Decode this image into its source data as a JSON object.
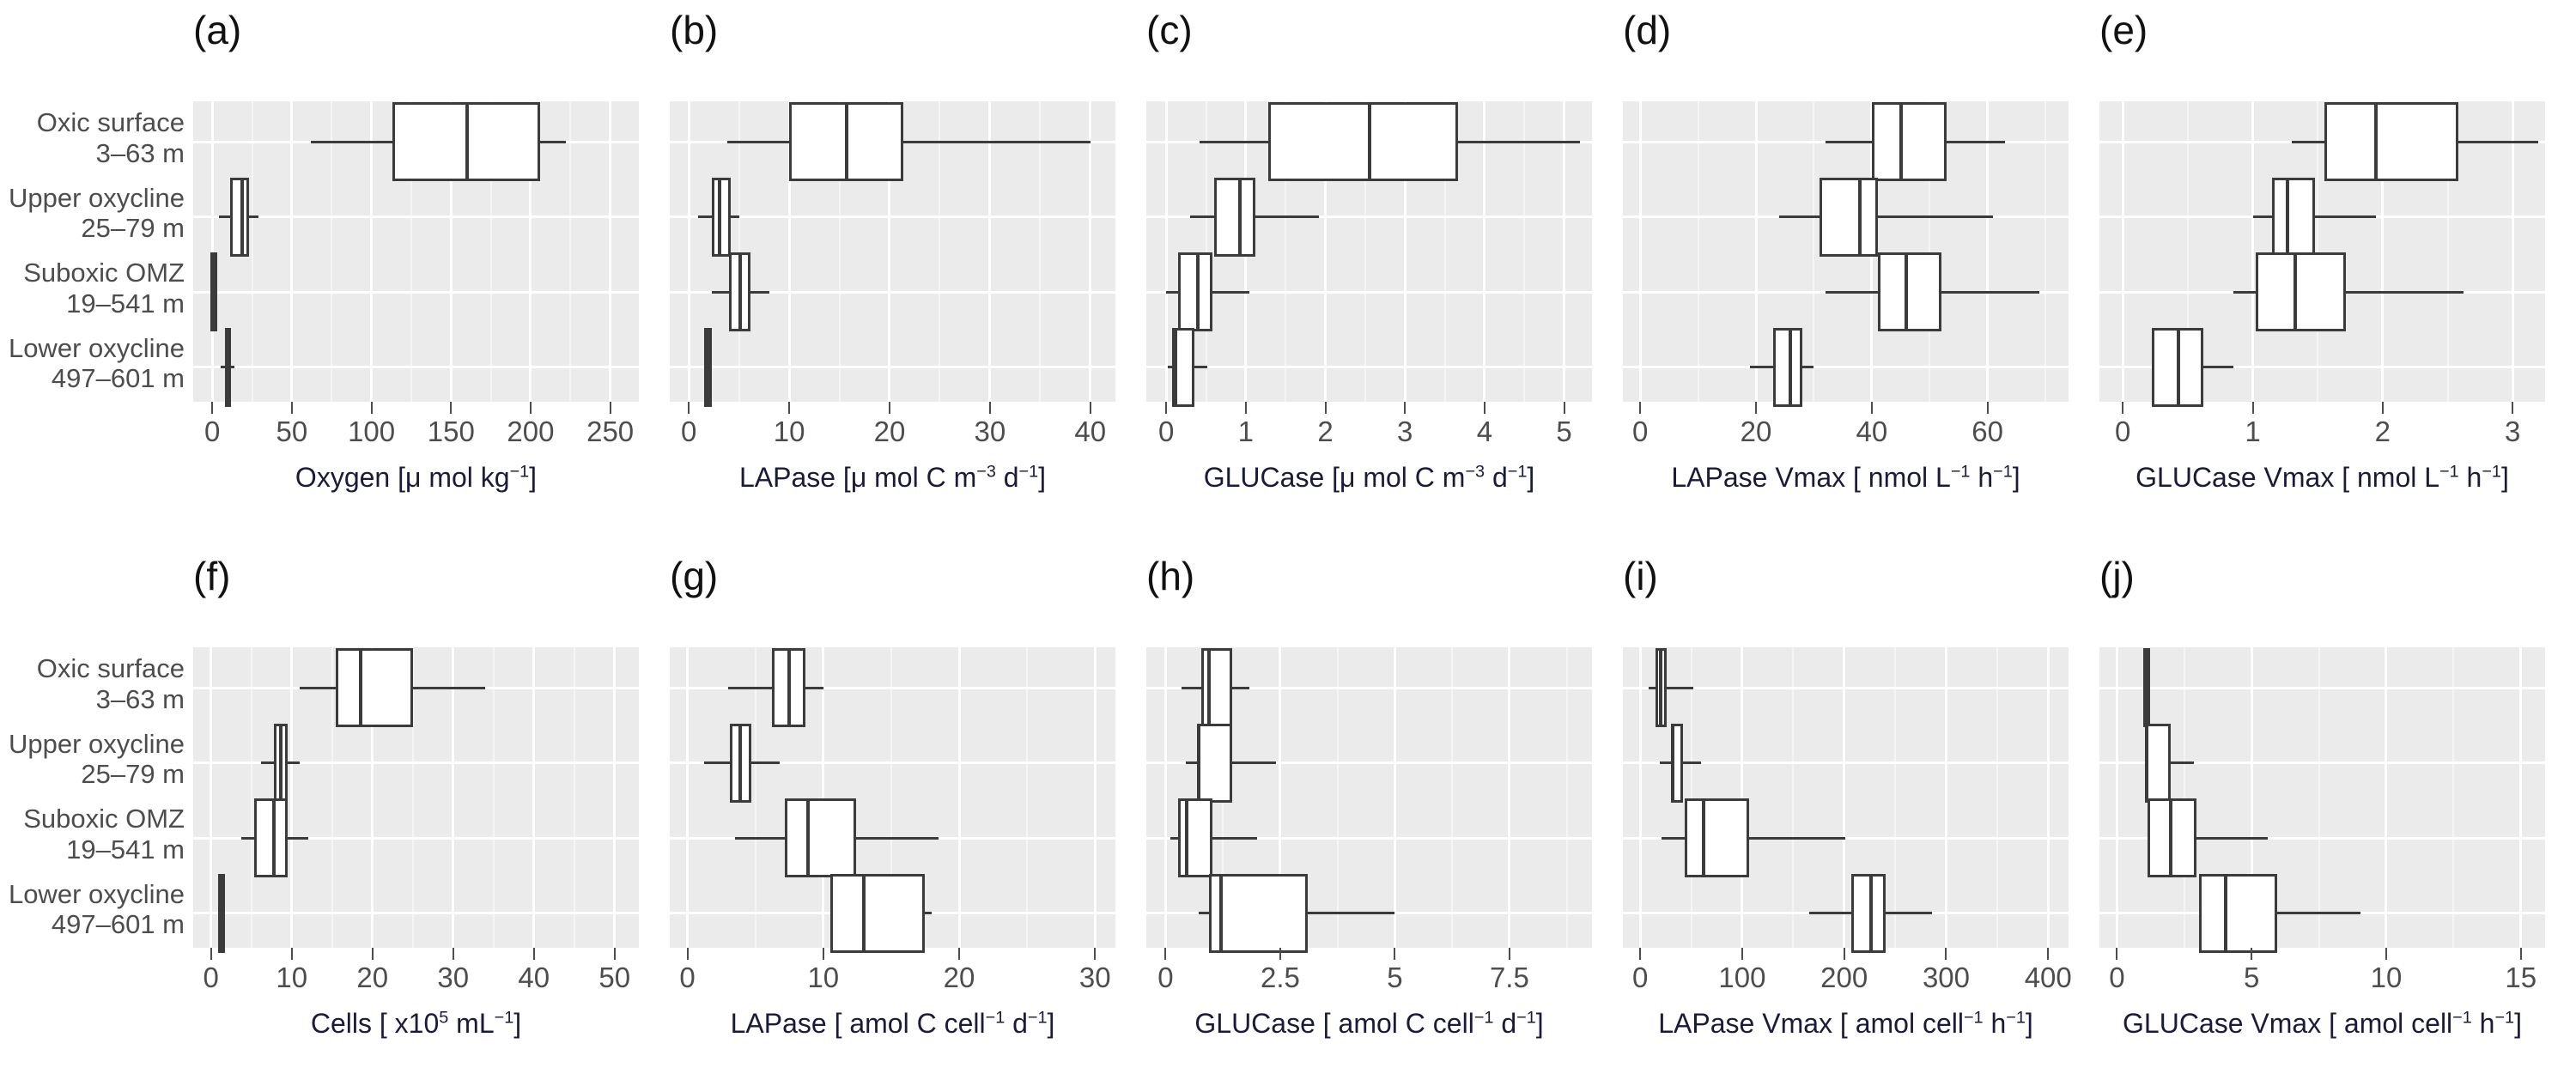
{
  "figure": {
    "background": "#ffffff",
    "panel_background": "#ebebeb",
    "grid_color": "#ffffff",
    "box_color": "#3b3b3b",
    "box_fill": "#ffffff",
    "axis_text_color": "#4d4d4d"
  },
  "categories": [
    {
      "name": "Oxic surface",
      "depth": "3–63 m"
    },
    {
      "name": "Upper oxycline",
      "depth": "25–79 m"
    },
    {
      "name": "Suboxic OMZ",
      "depth": "19–541 m"
    },
    {
      "name": "Lower oxycline",
      "depth": "497–601 m"
    }
  ],
  "panels": [
    {
      "tag": "(a)",
      "row": 0,
      "col": 0
    },
    {
      "tag": "(b)",
      "row": 0,
      "col": 1
    },
    {
      "tag": "(c)",
      "row": 0,
      "col": 2
    },
    {
      "tag": "(d)",
      "row": 0,
      "col": 3
    },
    {
      "tag": "(e)",
      "row": 0,
      "col": 4
    },
    {
      "tag": "(f)",
      "row": 1,
      "col": 0
    },
    {
      "tag": "(g)",
      "row": 1,
      "col": 1
    },
    {
      "tag": "(h)",
      "row": 1,
      "col": 2
    },
    {
      "tag": "(i)",
      "row": 1,
      "col": 3
    },
    {
      "tag": "(j)",
      "row": 1,
      "col": 4
    }
  ],
  "chart_data": [
    {
      "panel": "(a)",
      "type": "boxplot",
      "orientation": "horizontal",
      "title": "",
      "xlabel_html": "Oxygen [μ mol kg<sup>−1</sup>]",
      "xlabel": "Oxygen [μ mol kg⁻¹]",
      "ylabel": "",
      "categories": [
        "Oxic surface 3–63 m",
        "Upper oxycline 25–79 m",
        "Suboxic OMZ 19–541 m",
        "Lower oxycline 497–601 m"
      ],
      "xlim": [
        -12,
        268
      ],
      "xticks": [
        0,
        50,
        100,
        150,
        200,
        250
      ],
      "grid": true,
      "boxes": [
        {
          "category": "Oxic surface 3–63 m",
          "whisker_low": 62,
          "q1": 113,
          "median": 160,
          "q3": 206,
          "whisker_high": 222
        },
        {
          "category": "Upper oxycline 25–79 m",
          "whisker_low": 4,
          "q1": 11,
          "median": 19,
          "q3": 23,
          "whisker_high": 29
        },
        {
          "category": "Suboxic OMZ 19–541 m",
          "whisker_low": 0,
          "q1": 0,
          "median": 0,
          "q3": 0.6,
          "whisker_high": 1.2
        },
        {
          "category": "Lower oxycline 497–601 m",
          "whisker_low": 5,
          "q1": 8,
          "median": 10,
          "q3": 12,
          "whisker_high": 14
        }
      ]
    },
    {
      "panel": "(b)",
      "type": "boxplot",
      "orientation": "horizontal",
      "xlabel_html": "LAPase [μ mol C m<sup>−3</sup> d<sup>−1</sup>]",
      "xlabel": "LAPase [μ mol C m⁻³ d⁻¹]",
      "categories": [
        "Oxic surface 3–63 m",
        "Upper oxycline 25–79 m",
        "Suboxic OMZ 19–541 m",
        "Lower oxycline 497–601 m"
      ],
      "xlim": [
        -1.9,
        42.5
      ],
      "xticks": [
        0,
        10,
        20,
        30,
        40
      ],
      "grid": true,
      "boxes": [
        {
          "category": "Oxic surface 3–63 m",
          "whisker_low": 3.8,
          "q1": 10.0,
          "median": 15.7,
          "q3": 21.4,
          "whisker_high": 40.0
        },
        {
          "category": "Upper oxycline 25–79 m",
          "whisker_low": 0.9,
          "q1": 2.3,
          "median": 3.1,
          "q3": 4.2,
          "whisker_high": 5.0
        },
        {
          "category": "Suboxic OMZ 19–541 m",
          "whisker_low": 2.3,
          "q1": 4.0,
          "median": 5.1,
          "q3": 6.1,
          "whisker_high": 8.0
        },
        {
          "category": "Lower oxycline 497–601 m",
          "whisker_low": 1.5,
          "q1": 1.5,
          "median": 1.9,
          "q3": 2.3,
          "whisker_high": 2.3
        }
      ]
    },
    {
      "panel": "(c)",
      "type": "boxplot",
      "orientation": "horizontal",
      "xlabel_html": "GLUCase [μ mol C m<sup>−3</sup> d<sup>−1</sup>]",
      "xlabel": "GLUCase [μ mol C m⁻³ d⁻¹]",
      "categories": [
        "Oxic surface 3–63 m",
        "Upper oxycline 25–79 m",
        "Suboxic OMZ 19–541 m",
        "Lower oxycline 497–601 m"
      ],
      "xlim": [
        -0.25,
        5.35
      ],
      "xticks": [
        0,
        1,
        2,
        3,
        4,
        5
      ],
      "grid": true,
      "boxes": [
        {
          "category": "Oxic surface 3–63 m",
          "whisker_low": 0.42,
          "q1": 1.28,
          "median": 2.56,
          "q3": 3.67,
          "whisker_high": 5.2
        },
        {
          "category": "Upper oxycline 25–79 m",
          "whisker_low": 0.3,
          "q1": 0.6,
          "median": 0.93,
          "q3": 1.12,
          "whisker_high": 1.92
        },
        {
          "category": "Suboxic OMZ 19–541 m",
          "whisker_low": 0.0,
          "q1": 0.15,
          "median": 0.4,
          "q3": 0.58,
          "whisker_high": 1.04
        },
        {
          "category": "Lower oxycline 497–601 m",
          "whisker_low": 0.02,
          "q1": 0.07,
          "median": 0.12,
          "q3": 0.35,
          "whisker_high": 0.52
        }
      ]
    },
    {
      "panel": "(d)",
      "type": "boxplot",
      "orientation": "horizontal",
      "xlabel_html": "LAPase Vmax [ nmol L<sup>−1</sup> h<sup>−1</sup>]",
      "xlabel": "LAPase Vmax [ nmol L⁻¹ h⁻¹]",
      "categories": [
        "Oxic surface 3–63 m",
        "Upper oxycline 25–79 m",
        "Suboxic OMZ 19–541 m",
        "Lower oxycline 497–601 m"
      ],
      "xlim": [
        -3,
        74
      ],
      "xticks": [
        0,
        20,
        40,
        60
      ],
      "grid": true,
      "boxes": [
        {
          "category": "Oxic surface 3–63 m",
          "whisker_low": 32,
          "q1": 40,
          "median": 45,
          "q3": 53,
          "whisker_high": 63
        },
        {
          "category": "Upper oxycline 25–79 m",
          "whisker_low": 24,
          "q1": 31,
          "median": 38,
          "q3": 41,
          "whisker_high": 61
        },
        {
          "category": "Suboxic OMZ 19–541 m",
          "whisker_low": 32,
          "q1": 41,
          "median": 46,
          "q3": 52,
          "whisker_high": 69
        },
        {
          "category": "Lower oxycline 497–601 m",
          "whisker_low": 19,
          "q1": 23,
          "median": 26,
          "q3": 28,
          "whisker_high": 30
        }
      ]
    },
    {
      "panel": "(e)",
      "type": "boxplot",
      "orientation": "horizontal",
      "xlabel_html": "GLUCase Vmax [ nmol L<sup>−1</sup> h<sup>−1</sup>]",
      "xlabel": "GLUCase Vmax [ nmol L⁻¹ h⁻¹]",
      "categories": [
        "Oxic surface 3–63 m",
        "Upper oxycline 25–79 m",
        "Suboxic OMZ 19–541 m",
        "Lower oxycline 497–601 m"
      ],
      "xlim": [
        -0.18,
        3.25
      ],
      "xticks": [
        0,
        1,
        2,
        3
      ],
      "grid": true,
      "boxes": [
        {
          "category": "Oxic surface 3–63 m",
          "whisker_low": 1.3,
          "q1": 1.55,
          "median": 1.95,
          "q3": 2.58,
          "whisker_high": 3.2
        },
        {
          "category": "Upper oxycline 25–79 m",
          "whisker_low": 1.0,
          "q1": 1.15,
          "median": 1.27,
          "q3": 1.48,
          "whisker_high": 1.95
        },
        {
          "category": "Suboxic OMZ 19–541 m",
          "whisker_low": 0.85,
          "q1": 1.02,
          "median": 1.33,
          "q3": 1.72,
          "whisker_high": 2.62
        },
        {
          "category": "Lower oxycline 497–601 m",
          "whisker_low": 0.22,
          "q1": 0.22,
          "median": 0.43,
          "q3": 0.62,
          "whisker_high": 0.85
        }
      ]
    },
    {
      "panel": "(f)",
      "type": "boxplot",
      "orientation": "horizontal",
      "xlabel_html": "Cells [  x10<sup>5</sup> mL<sup>−1</sup>]",
      "xlabel": "Cells [ x10⁵ mL⁻¹]",
      "categories": [
        "Oxic surface 3–63 m",
        "Upper oxycline 25–79 m",
        "Suboxic OMZ 19–541 m",
        "Lower oxycline 497–601 m"
      ],
      "xlim": [
        -2.2,
        53
      ],
      "xticks": [
        0,
        10,
        20,
        30,
        40,
        50
      ],
      "grid": true,
      "boxes": [
        {
          "category": "Oxic surface 3–63 m",
          "whisker_low": 11.0,
          "q1": 15.5,
          "median": 18.5,
          "q3": 25.0,
          "whisker_high": 34.0
        },
        {
          "category": "Upper oxycline 25–79 m",
          "whisker_low": 6.2,
          "q1": 7.8,
          "median": 8.6,
          "q3": 9.5,
          "whisker_high": 11.0
        },
        {
          "category": "Suboxic OMZ 19–541 m",
          "whisker_low": 3.8,
          "q1": 5.4,
          "median": 7.8,
          "q3": 9.5,
          "whisker_high": 12.0
        },
        {
          "category": "Lower oxycline 497–601 m",
          "whisker_low": 1.1,
          "q1": 1.1,
          "median": 1.1,
          "q3": 1.1,
          "whisker_high": 1.1
        }
      ]
    },
    {
      "panel": "(g)",
      "type": "boxplot",
      "orientation": "horizontal",
      "xlabel_html": "LAPase [ amol C cell<sup>−1</sup> d<sup>−1</sup>]",
      "xlabel": "LAPase [ amol C cell⁻¹ d⁻¹]",
      "categories": [
        "Oxic surface 3–63 m",
        "Upper oxycline 25–79 m",
        "Suboxic OMZ 19–541 m",
        "Lower oxycline 497–601 m"
      ],
      "xlim": [
        -1.3,
        31.5
      ],
      "xticks": [
        0,
        10,
        20,
        30
      ],
      "grid": true,
      "boxes": [
        {
          "category": "Oxic surface 3–63 m",
          "whisker_low": 3.0,
          "q1": 6.2,
          "median": 7.5,
          "q3": 8.7,
          "whisker_high": 10.0
        },
        {
          "category": "Upper oxycline 25–79 m",
          "whisker_low": 1.2,
          "q1": 3.1,
          "median": 3.9,
          "q3": 4.7,
          "whisker_high": 6.8
        },
        {
          "category": "Suboxic OMZ 19–541 m",
          "whisker_low": 3.5,
          "q1": 7.2,
          "median": 8.9,
          "q3": 12.4,
          "whisker_high": 18.5
        },
        {
          "category": "Lower oxycline 497–601 m",
          "whisker_low": 10.5,
          "q1": 10.5,
          "median": 13.0,
          "q3": 17.5,
          "whisker_high": 18.0
        }
      ]
    },
    {
      "panel": "(h)",
      "type": "boxplot",
      "orientation": "horizontal",
      "xlabel_html": "GLUCase [ amol C cell<sup>−1</sup> d<sup>−1</sup>]",
      "xlabel": "GLUCase [ amol C cell⁻¹ d⁻¹]",
      "categories": [
        "Oxic surface 3–63 m",
        "Upper oxycline 25–79 m",
        "Suboxic OMZ 19–541 m",
        "Lower oxycline 497–601 m"
      ],
      "xlim": [
        -0.42,
        9.3
      ],
      "xticks": [
        0.0,
        2.5,
        5.0,
        7.5
      ],
      "grid": true,
      "boxes": [
        {
          "category": "Oxic surface 3–63 m",
          "whisker_low": 0.35,
          "q1": 0.78,
          "median": 0.95,
          "q3": 1.46,
          "whisker_high": 1.82
        },
        {
          "category": "Upper oxycline 25–79 m",
          "whisker_low": 0.45,
          "q1": 0.68,
          "median": 0.73,
          "q3": 1.46,
          "whisker_high": 2.4
        },
        {
          "category": "Suboxic OMZ 19–541 m",
          "whisker_low": 0.1,
          "q1": 0.28,
          "median": 0.46,
          "q3": 1.02,
          "whisker_high": 2.0
        },
        {
          "category": "Lower oxycline 497–601 m",
          "whisker_low": 0.72,
          "q1": 0.95,
          "median": 1.2,
          "q3": 3.1,
          "whisker_high": 5.0
        }
      ]
    },
    {
      "panel": "(i)",
      "type": "boxplot",
      "orientation": "horizontal",
      "xlabel_html": "LAPase Vmax [ amol cell<sup>−1</sup> h<sup>−1</sup>]",
      "xlabel": "LAPase Vmax [ amol cell⁻¹ h⁻¹]",
      "categories": [
        "Oxic surface 3–63 m",
        "Upper oxycline 25–79 m",
        "Suboxic OMZ 19–541 m",
        "Lower oxycline 497–601 m"
      ],
      "xlim": [
        -17,
        420
      ],
      "xticks": [
        0,
        100,
        200,
        300,
        400
      ],
      "grid": true,
      "boxes": [
        {
          "category": "Oxic surface 3–63 m",
          "whisker_low": 8,
          "q1": 15,
          "median": 20,
          "q3": 26,
          "whisker_high": 52
        },
        {
          "category": "Upper oxycline 25–79 m",
          "whisker_low": 19,
          "q1": 30,
          "median": 32,
          "q3": 42,
          "whisker_high": 60
        },
        {
          "category": "Suboxic OMZ 19–541 m",
          "whisker_low": 21,
          "q1": 44,
          "median": 62,
          "q3": 107,
          "whisker_high": 201
        },
        {
          "category": "Lower oxycline 497–601 m",
          "whisker_low": 166,
          "q1": 207,
          "median": 226,
          "q3": 241,
          "whisker_high": 286
        }
      ]
    },
    {
      "panel": "(j)",
      "type": "boxplot",
      "orientation": "horizontal",
      "xlabel_html": "GLUCase Vmax [ amol cell<sup>−1</sup> h<sup>−1</sup>]",
      "xlabel": "GLUCase Vmax [ amol cell⁻¹ h⁻¹]",
      "categories": [
        "Oxic surface 3–63 m",
        "Upper oxycline 25–79 m",
        "Suboxic OMZ 19–541 m",
        "Lower oxycline 497–601 m"
      ],
      "xlim": [
        -0.65,
        15.9
      ],
      "xticks": [
        0,
        5,
        10,
        15
      ],
      "grid": true,
      "boxes": [
        {
          "category": "Oxic surface 3–63 m",
          "whisker_low": 1.05,
          "q1": 1.05,
          "median": 1.05,
          "q3": 1.05,
          "whisker_high": 1.05
        },
        {
          "category": "Upper oxycline 25–79 m",
          "whisker_low": 1.05,
          "q1": 1.05,
          "median": 1.1,
          "q3": 2.0,
          "whisker_high": 2.85
        },
        {
          "category": "Suboxic OMZ 19–541 m",
          "whisker_low": 1.12,
          "q1": 1.12,
          "median": 2.0,
          "q3": 2.95,
          "whisker_high": 5.6
        },
        {
          "category": "Lower oxycline 497–601 m",
          "whisker_low": 3.05,
          "q1": 3.05,
          "median": 4.05,
          "q3": 5.95,
          "whisker_high": 9.05
        }
      ]
    }
  ]
}
